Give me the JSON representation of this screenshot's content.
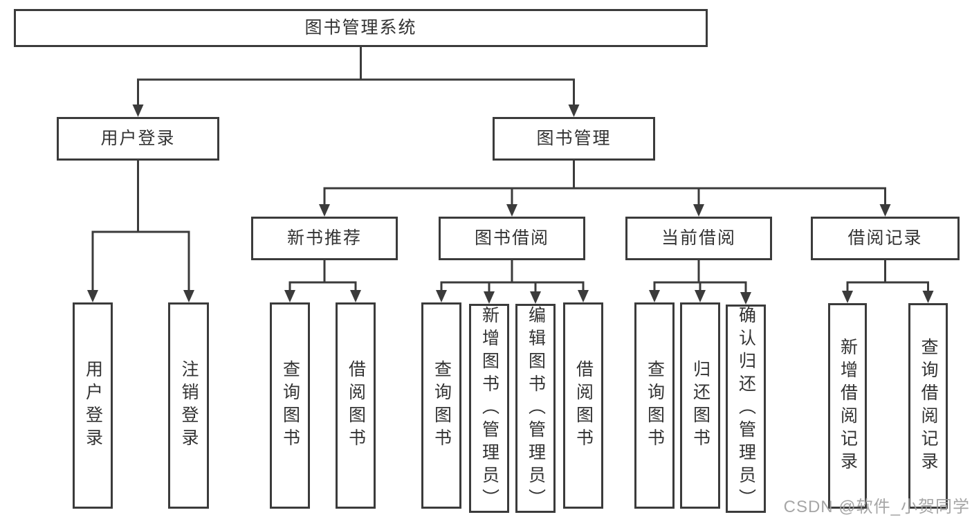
{
  "tree": {
    "label": "图书管理系统",
    "children": [
      {
        "label": "用户登录",
        "children": [
          {
            "label": "用户登录"
          },
          {
            "label": "注销登录"
          }
        ]
      },
      {
        "label": "图书管理",
        "children": [
          {
            "label": "新书推荐",
            "children": [
              {
                "label": "查询图书"
              },
              {
                "label": "借阅图书"
              }
            ]
          },
          {
            "label": "图书借阅",
            "children": [
              {
                "label": "查询图书"
              },
              {
                "label": "新增图书（管理员）"
              },
              {
                "label": "编辑图书（管理员）"
              },
              {
                "label": "借阅图书"
              }
            ]
          },
          {
            "label": "当前借阅",
            "children": [
              {
                "label": "查询图书"
              },
              {
                "label": "归还图书"
              },
              {
                "label": "确认归还（管理员）"
              }
            ]
          },
          {
            "label": "借阅记录",
            "children": [
              {
                "label": "新增借阅记录"
              },
              {
                "label": "查询借阅记录"
              }
            ]
          }
        ]
      }
    ]
  },
  "watermark": {
    "text": "CSDN @软件_小贺同学"
  },
  "colors": {
    "line": "#3b3b3b",
    "border": "#3b3b3b",
    "text": "#333333",
    "watermark": "#9e9e9e",
    "background": "#ffffff"
  }
}
